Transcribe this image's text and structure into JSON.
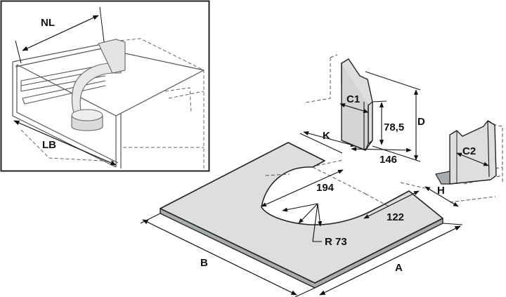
{
  "inset": {
    "label_nl": "NL",
    "label_lb": "LB"
  },
  "plate": {
    "label_b": "B",
    "label_a": "A",
    "label_k": "K",
    "label_h": "H",
    "dim_cutout_depth": "194",
    "dim_radius": "R 73",
    "dim_cutout_width": "122"
  },
  "bracket_c1": {
    "label": "C1",
    "dim_height": "78,5",
    "dim_length": "146",
    "label_d": "D"
  },
  "bracket_c2": {
    "label": "C2"
  },
  "colors": {
    "panel_fill": "#dcdedf",
    "panel_edge": "#a9adb0",
    "outline": "#222222",
    "dash": "#555555"
  }
}
